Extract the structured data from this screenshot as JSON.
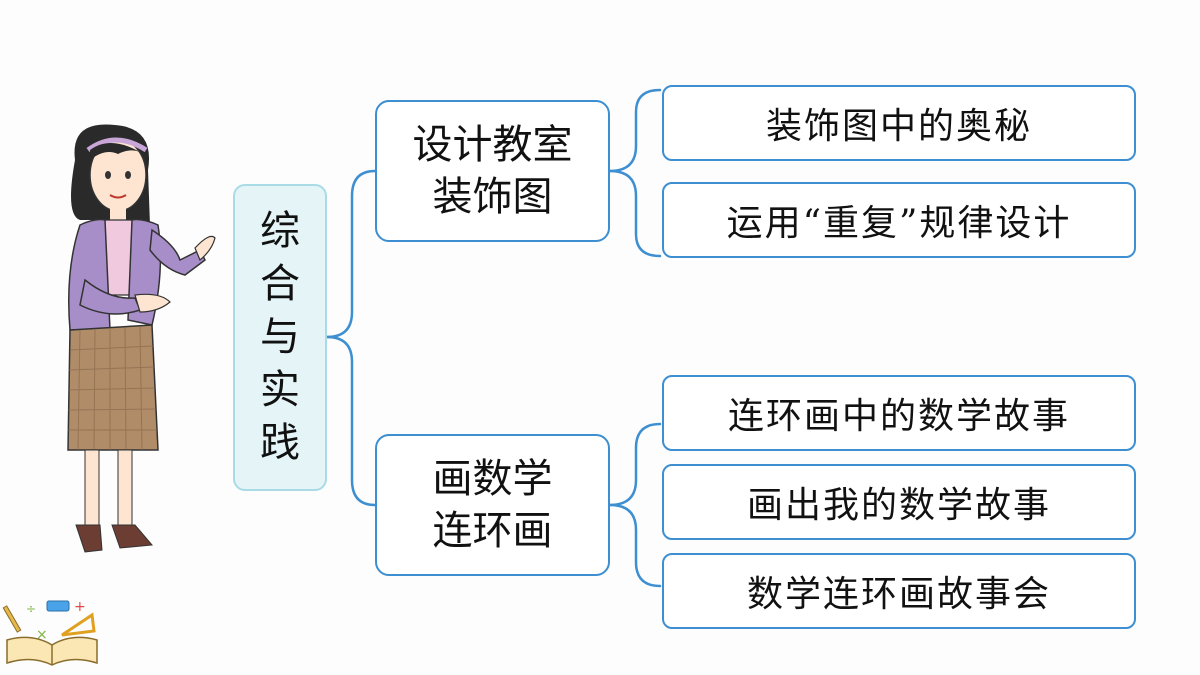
{
  "root": {
    "chars": [
      "综",
      "合",
      "与",
      "实",
      "践"
    ]
  },
  "branches": [
    {
      "title_lines": [
        "设计教室",
        "装饰图"
      ],
      "leaves": [
        "装饰图中的奥秘",
        "运用“重复”规律设计"
      ]
    },
    {
      "title_lines": [
        "画数学",
        "连环画"
      ],
      "leaves": [
        "连环画中的数学故事",
        "画出我的数学故事",
        "数学连环画故事会"
      ]
    }
  ],
  "colors": {
    "border": "#3d8fd1",
    "root_fill": "#e4f4f7",
    "root_border": "#a9dbe6",
    "connector": "#3d8fd1"
  },
  "icons": [
    "teacher-illustration",
    "math-book-icon"
  ]
}
